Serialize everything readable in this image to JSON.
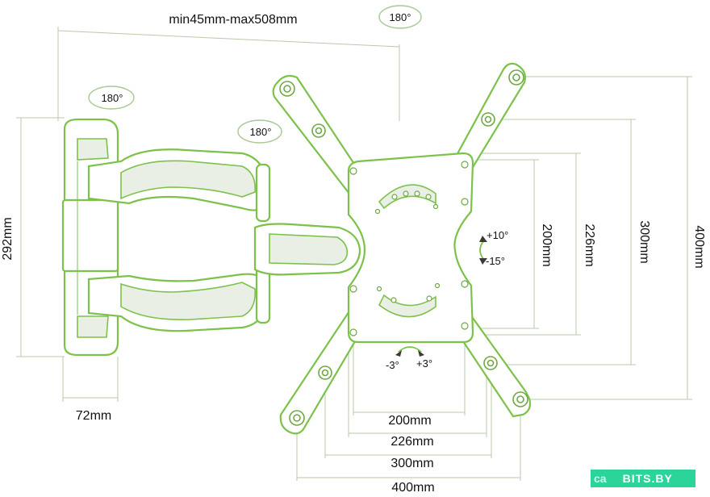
{
  "dimensions": {
    "arm_extension": "min45mm-max508mm",
    "height": "292mm",
    "depth": "72mm",
    "horizontal": [
      "200mm",
      "226mm",
      "300mm",
      "400mm"
    ],
    "vertical": [
      "200mm",
      "226mm",
      "300mm",
      "400mm"
    ]
  },
  "rotations": {
    "top": "180°",
    "wall": "180°",
    "arm": "180°",
    "tilt_up": "+10°",
    "tilt_down": "-15°",
    "swivel_left": "-3°",
    "swivel_right": "+3°"
  },
  "watermark": {
    "left": "ca",
    "right": "BITS.BY"
  },
  "colors": {
    "outline": "#7cc24a",
    "dimension_line": "#b9c9a8",
    "watermark_bg": "#2bd59a"
  }
}
